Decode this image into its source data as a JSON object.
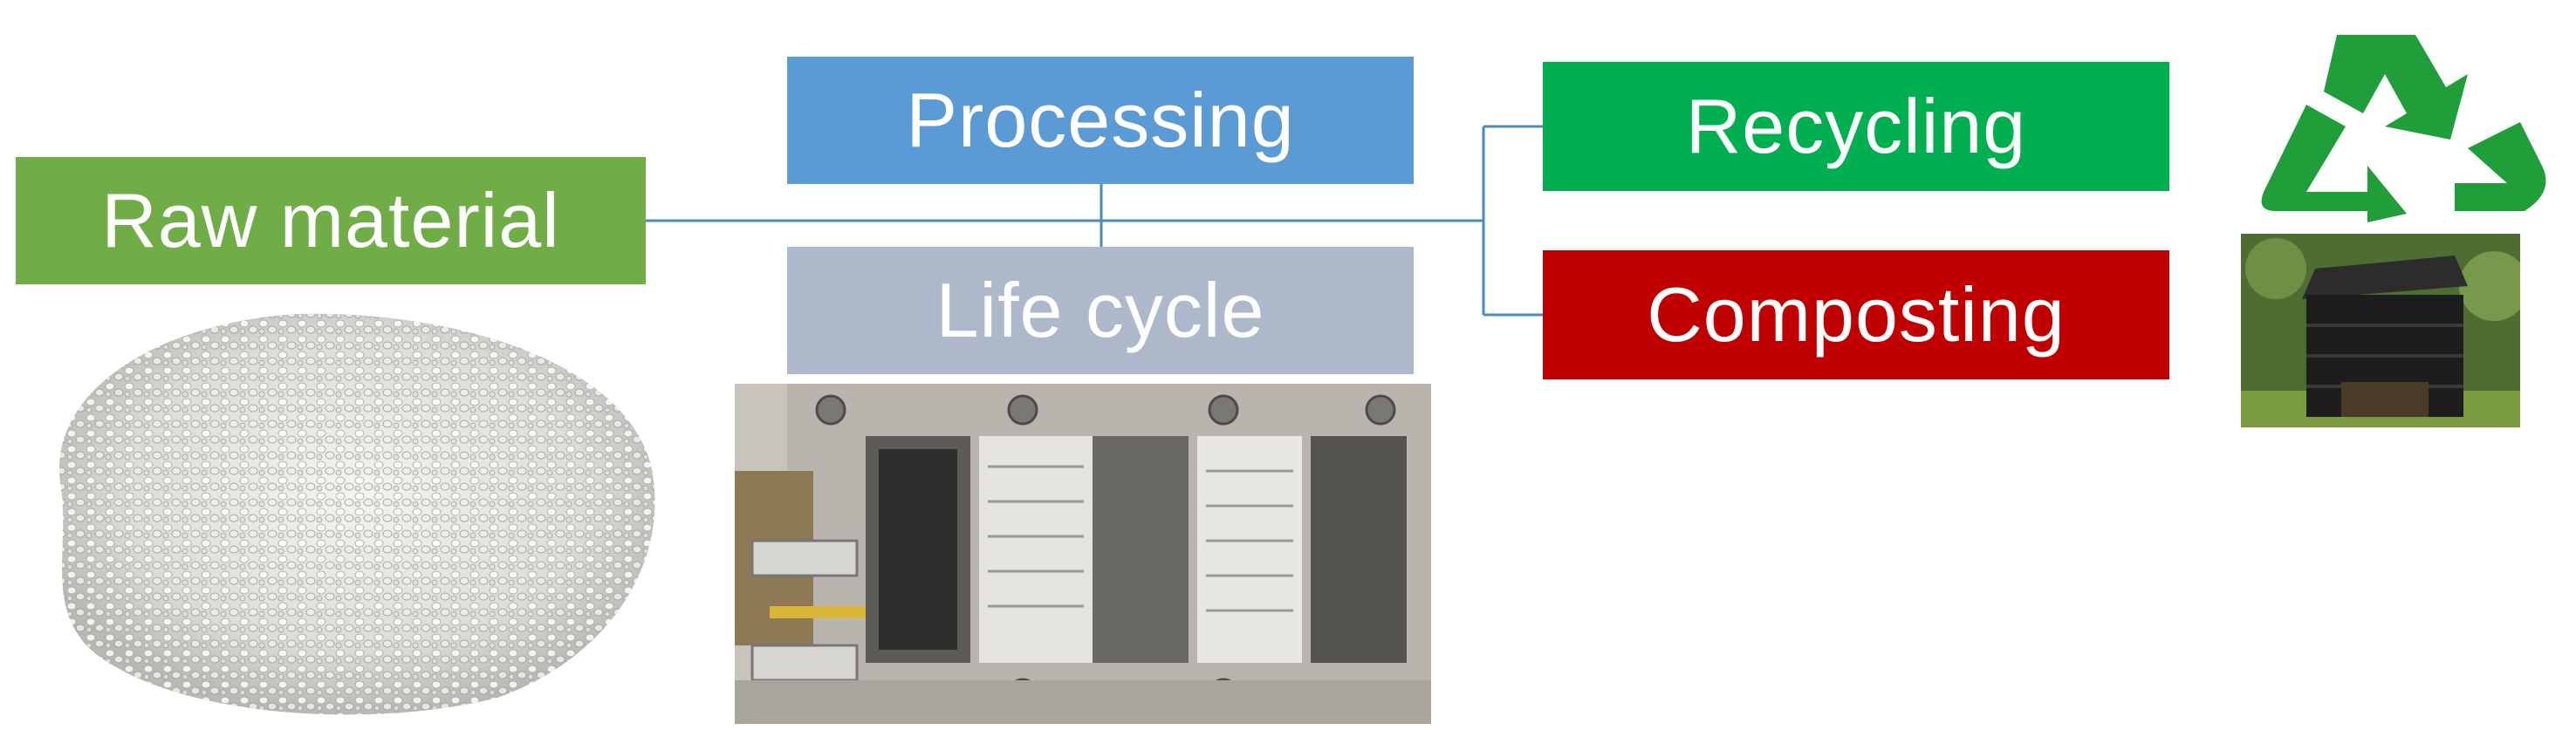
{
  "nodes": {
    "raw_material": {
      "label": "Raw material",
      "color": "#70ad47"
    },
    "processing": {
      "label": "Processing",
      "color": "#5b9bd5"
    },
    "life_cycle": {
      "label": "Life cycle",
      "color": "#adb9ca"
    },
    "recycling": {
      "label": "Recycling",
      "color": "#00b050"
    },
    "composting": {
      "label": "Composting",
      "color": "#c00000"
    }
  },
  "connector_color": "#4a8bc0",
  "icons": {
    "recycle": {
      "name": "recycle-icon",
      "color": "#1f9e3a"
    },
    "pellets": {
      "name": "plastic-pellets-photo"
    },
    "mold": {
      "name": "injection-mold-photo"
    },
    "composter": {
      "name": "compost-bin-photo"
    }
  }
}
